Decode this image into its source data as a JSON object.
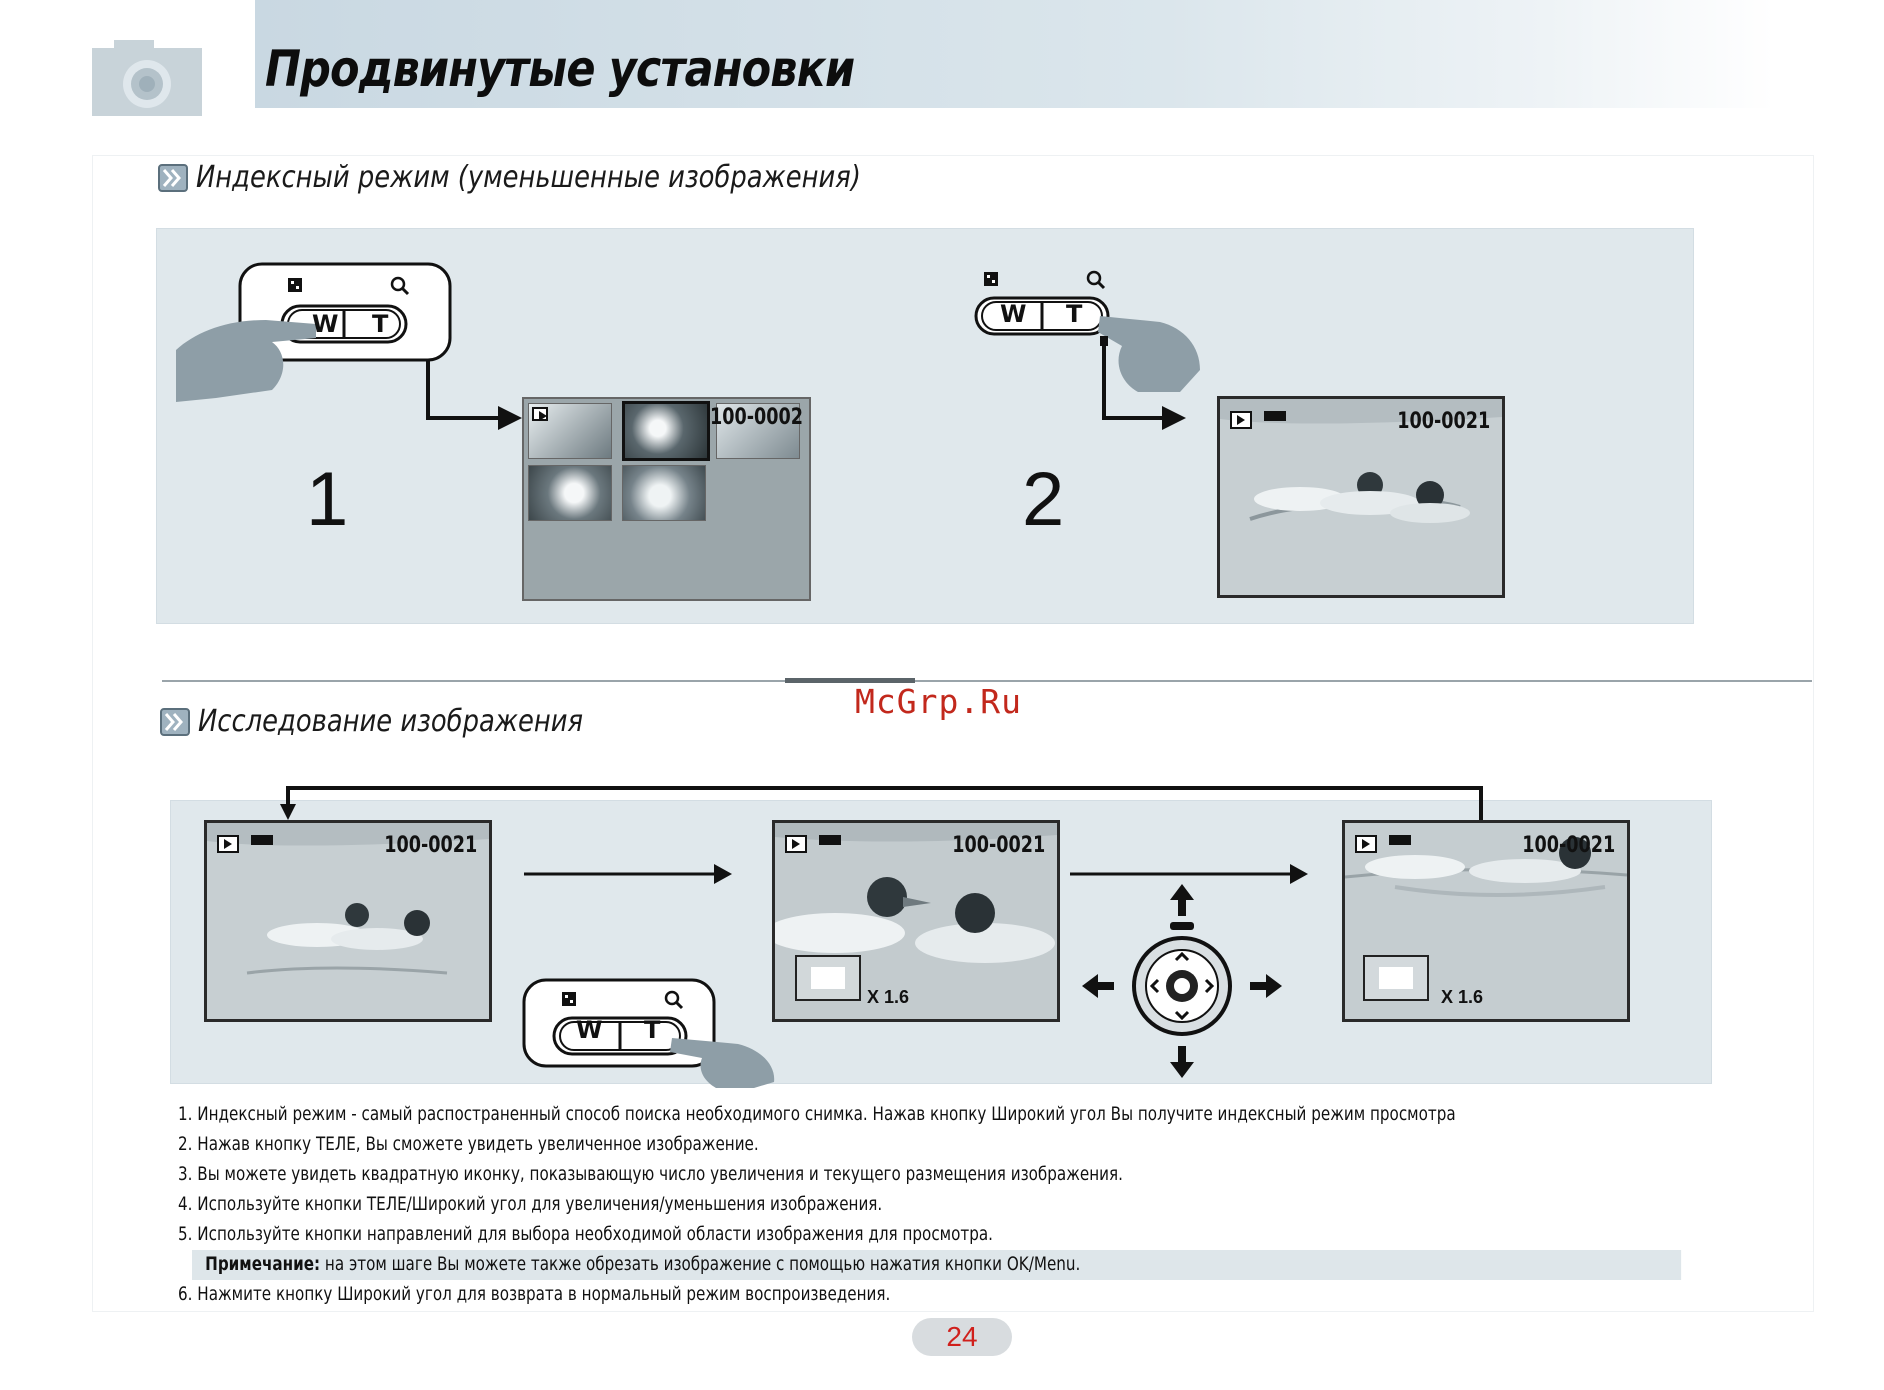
{
  "header": {
    "title": "Продвинутые установки",
    "icon": "camera-icon"
  },
  "section1": {
    "title": "Индексный режим (уменьшенные изображения)",
    "icon": "double-chevron-icon",
    "step1_number": "1",
    "step2_number": "2",
    "zoom_lever": {
      "wide_label": "W",
      "tele_label": "T"
    },
    "index_screen_label": "100-0002",
    "single_screen_label": "100-0021"
  },
  "section2": {
    "title": "Исследование изображения",
    "icon": "double-chevron-icon",
    "screens": [
      {
        "label": "100-0021"
      },
      {
        "label": "100-0021",
        "zoom": "X 1.6"
      },
      {
        "label": "100-0021",
        "zoom": "X 1.6"
      }
    ],
    "zoom_lever": {
      "wide_label": "W",
      "tele_label": "T"
    }
  },
  "instructions": [
    "1. Индексный режим - самый распостраненный способ поиска необходимого снимка. Нажав кнопку Широкий угол Вы получите индексный режим просмотра",
    "2. Нажав кнопку ТЕЛЕ, Вы сможете увидеть увеличенное изображение.",
    "3. Вы можете увидеть квадратную иконку, показывающую число увеличения и текущего размещения изображения.",
    "4. Используйте кнопки ТЕЛЕ/Широкий угол для увеличения/уменьшения изображения.",
    "5. Используйте кнопки направлений для выбора необходимой области изображения для просмотра."
  ],
  "note": {
    "label": "Примечание:",
    "text": " на этом шаге Вы можете также обрезать изображение с помощью нажатия кнопки OK/Menu."
  },
  "instruction6": "6. Нажмите кнопку Широкий угол для возврата в нормальный режим воспроизведения.",
  "page_number": "24",
  "watermark": "McGrp.Ru",
  "colors": {
    "header_band": "#cfdde6",
    "panel": "#e0e8ec",
    "page_number": "#d0201c",
    "watermark": "#c2281c"
  }
}
